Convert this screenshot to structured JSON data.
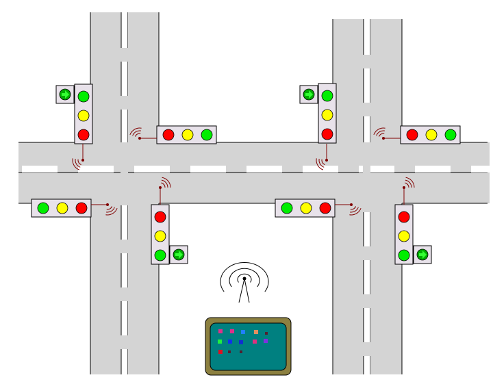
{
  "colors": {
    "road": "#d4d4d4",
    "lane_marking": "#ffffff",
    "housing": "#e8e2ea",
    "red": "#ff0000",
    "yellow": "#ffff00",
    "green": "#00ee00",
    "arrow_green": "#00aa00",
    "wire": "#800000",
    "controller_frame": "#8c8040",
    "controller_screen": "#008080"
  },
  "intersections": [
    {
      "name": "left-intersection",
      "lights": [
        {
          "id": "north",
          "orientation": "vertical",
          "order": [
            "green",
            "yellow",
            "red"
          ],
          "has_arrow": true
        },
        {
          "id": "east",
          "orientation": "horizontal",
          "order": [
            "red",
            "yellow",
            "green"
          ],
          "has_arrow": false
        },
        {
          "id": "west",
          "orientation": "horizontal",
          "order": [
            "green",
            "yellow",
            "red"
          ],
          "has_arrow": false
        },
        {
          "id": "south",
          "orientation": "vertical",
          "order": [
            "red",
            "yellow",
            "green"
          ],
          "has_arrow": true
        }
      ]
    },
    {
      "name": "right-intersection",
      "lights": [
        {
          "id": "north",
          "orientation": "vertical",
          "order": [
            "green",
            "yellow",
            "red"
          ],
          "has_arrow": true
        },
        {
          "id": "east",
          "orientation": "horizontal",
          "order": [
            "red",
            "yellow",
            "green"
          ],
          "has_arrow": false
        },
        {
          "id": "west",
          "orientation": "horizontal",
          "order": [
            "green",
            "yellow",
            "red"
          ],
          "has_arrow": false
        },
        {
          "id": "south",
          "orientation": "vertical",
          "order": [
            "red",
            "yellow",
            "green"
          ],
          "has_arrow": true
        }
      ]
    }
  ],
  "controller": {
    "indicator_colors": [
      "#e0308a",
      "#e0308a",
      "#2080ff",
      "#e09060",
      "#502030",
      "#20ee40",
      "#1030ee",
      "#1030d0",
      "#e03080",
      "#8030e0",
      "#e01020",
      "#502030",
      "#502030"
    ]
  }
}
